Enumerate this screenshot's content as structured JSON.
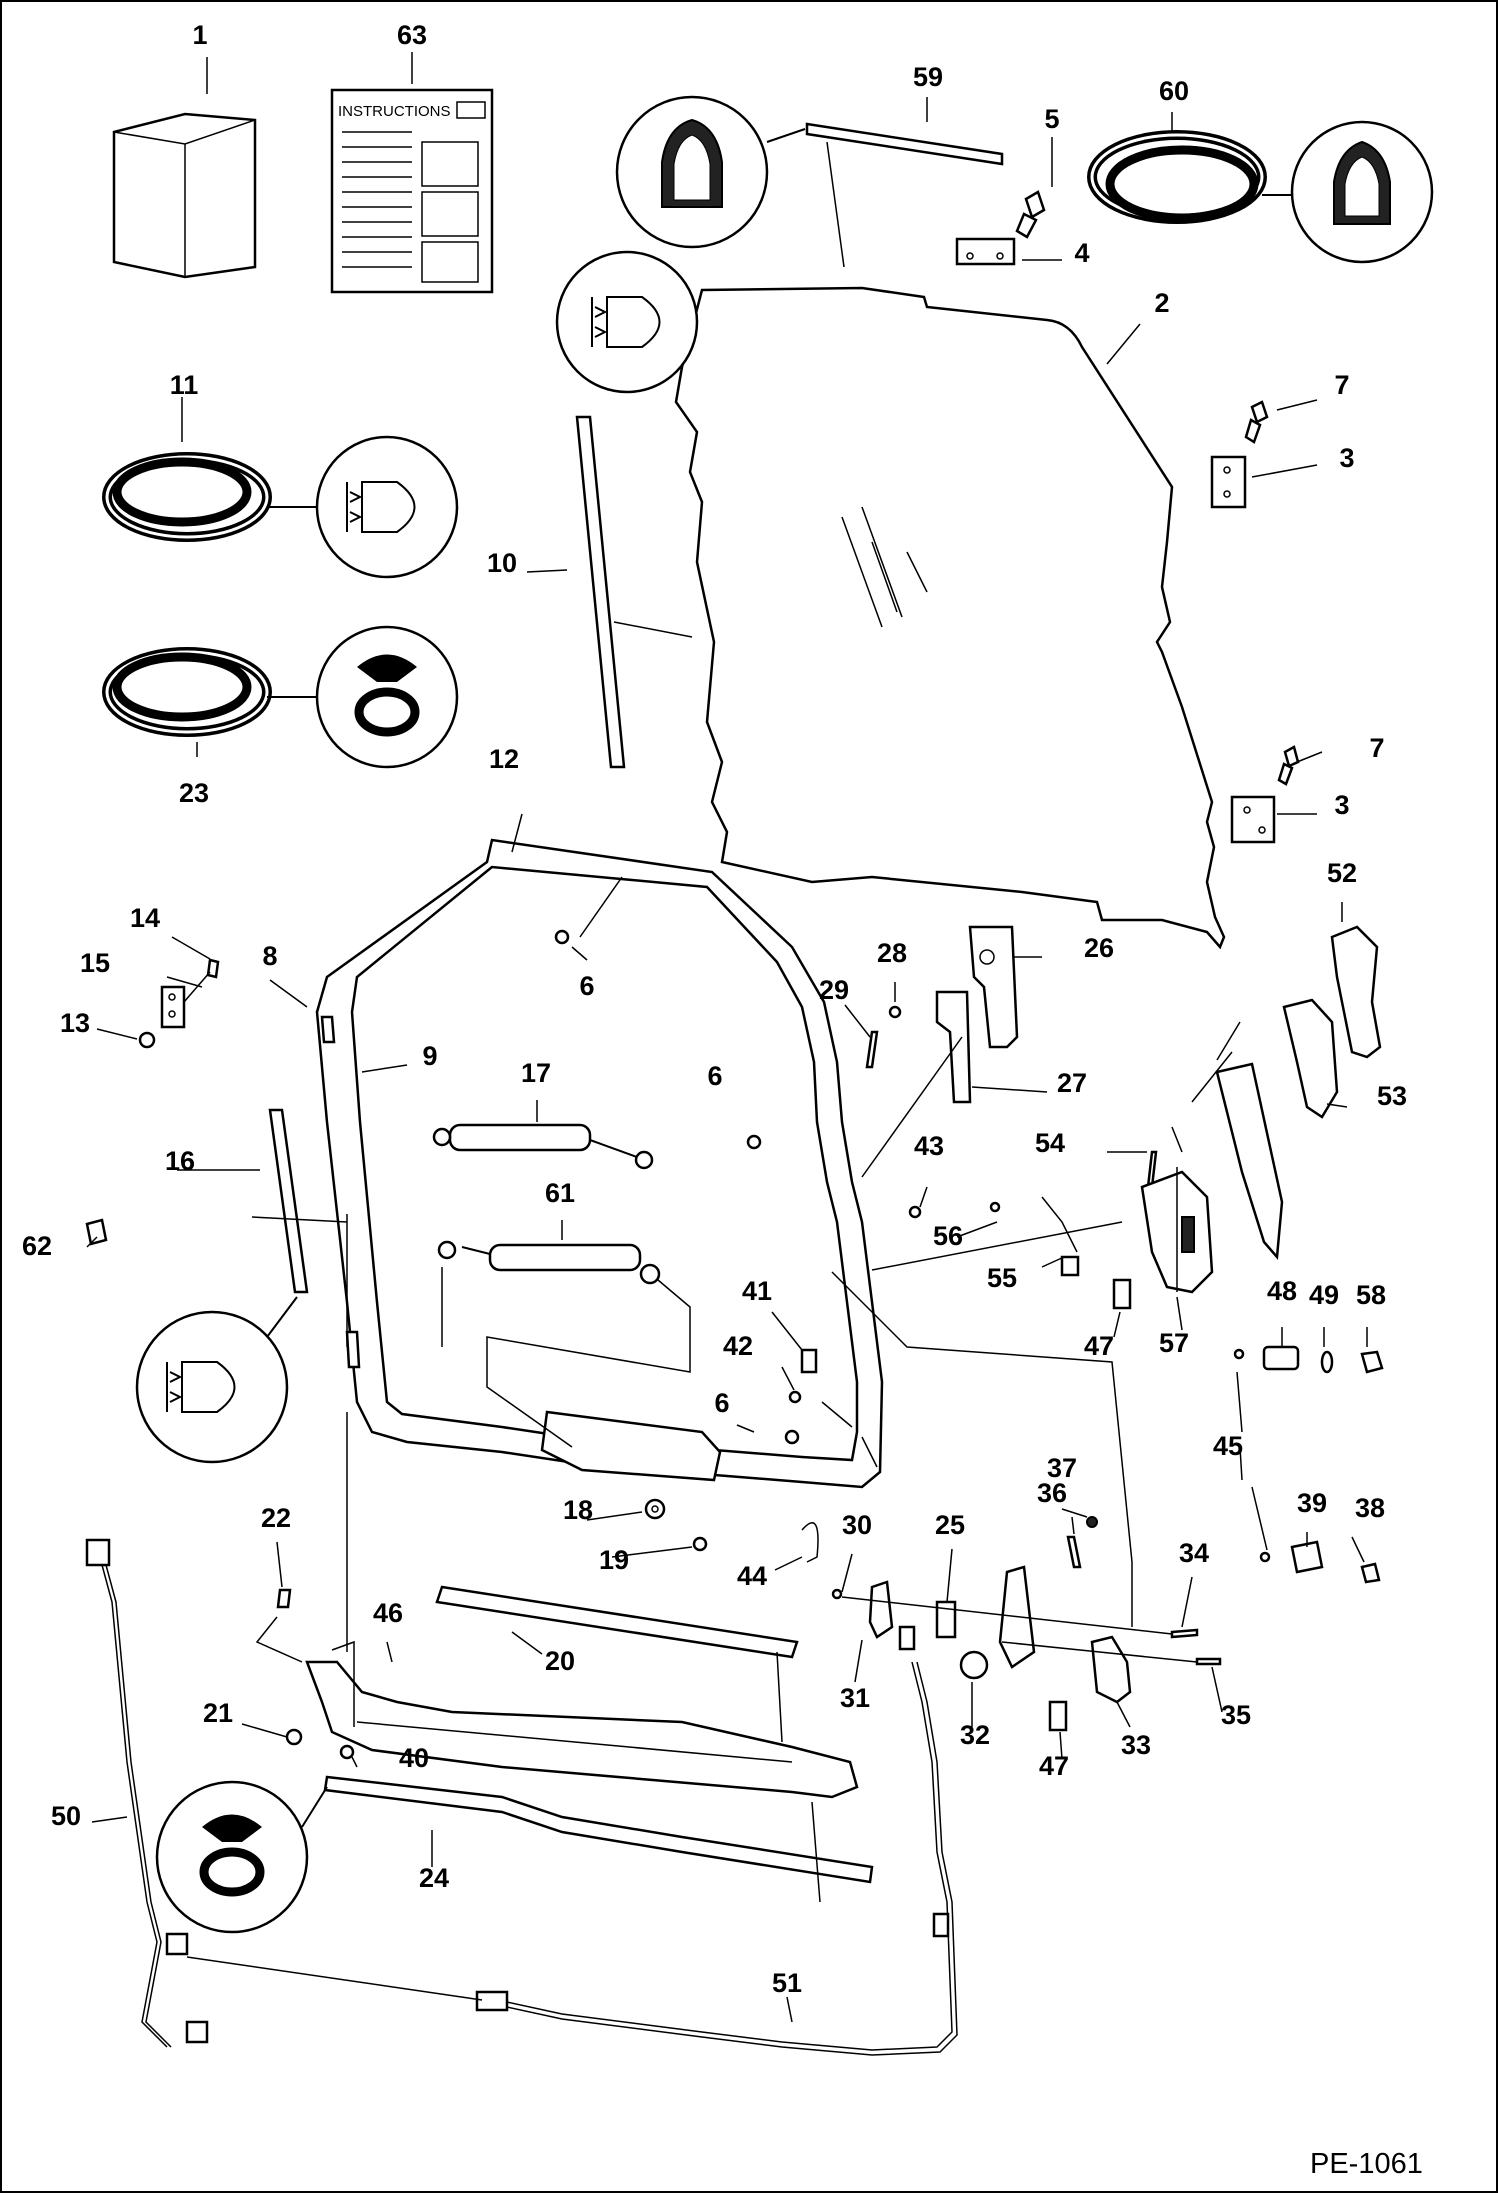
{
  "drawing_code": "PE-1061",
  "instructions_title": "INSTRUCTIONS",
  "callouts": [
    {
      "id": "c1",
      "label": "1"
    },
    {
      "id": "c63",
      "label": "63"
    },
    {
      "id": "c59",
      "label": "59"
    },
    {
      "id": "c5",
      "label": "5"
    },
    {
      "id": "c60",
      "label": "60"
    },
    {
      "id": "c4",
      "label": "4"
    },
    {
      "id": "c2",
      "label": "2"
    },
    {
      "id": "c7a",
      "label": "7"
    },
    {
      "id": "c3a",
      "label": "3"
    },
    {
      "id": "c11",
      "label": "11"
    },
    {
      "id": "c10",
      "label": "10"
    },
    {
      "id": "c23",
      "label": "23"
    },
    {
      "id": "c7b",
      "label": "7"
    },
    {
      "id": "c3b",
      "label": "3"
    },
    {
      "id": "c12",
      "label": "12"
    },
    {
      "id": "c52",
      "label": "52"
    },
    {
      "id": "c14",
      "label": "14"
    },
    {
      "id": "c15",
      "label": "15"
    },
    {
      "id": "c8",
      "label": "8"
    },
    {
      "id": "c6a",
      "label": "6"
    },
    {
      "id": "c28",
      "label": "28"
    },
    {
      "id": "c26",
      "label": "26"
    },
    {
      "id": "c29",
      "label": "29"
    },
    {
      "id": "c13",
      "label": "13"
    },
    {
      "id": "c9",
      "label": "9"
    },
    {
      "id": "c17",
      "label": "17"
    },
    {
      "id": "c6b",
      "label": "6"
    },
    {
      "id": "c27",
      "label": "27"
    },
    {
      "id": "c53",
      "label": "53"
    },
    {
      "id": "c16",
      "label": "16"
    },
    {
      "id": "c54",
      "label": "54"
    },
    {
      "id": "c43",
      "label": "43"
    },
    {
      "id": "c61",
      "label": "61"
    },
    {
      "id": "c62",
      "label": "62"
    },
    {
      "id": "c56",
      "label": "56"
    },
    {
      "id": "c55",
      "label": "55"
    },
    {
      "id": "c41",
      "label": "41"
    },
    {
      "id": "c48",
      "label": "48"
    },
    {
      "id": "c49",
      "label": "49"
    },
    {
      "id": "c58",
      "label": "58"
    },
    {
      "id": "c42",
      "label": "42"
    },
    {
      "id": "c47a",
      "label": "47"
    },
    {
      "id": "c57",
      "label": "57"
    },
    {
      "id": "c6c",
      "label": "6"
    },
    {
      "id": "c45",
      "label": "45"
    },
    {
      "id": "c37",
      "label": "37"
    },
    {
      "id": "c36",
      "label": "36"
    },
    {
      "id": "c18",
      "label": "18"
    },
    {
      "id": "c39",
      "label": "39"
    },
    {
      "id": "c38",
      "label": "38"
    },
    {
      "id": "c22",
      "label": "22"
    },
    {
      "id": "c30",
      "label": "30"
    },
    {
      "id": "c25",
      "label": "25"
    },
    {
      "id": "c19",
      "label": "19"
    },
    {
      "id": "c44",
      "label": "44"
    },
    {
      "id": "c34",
      "label": "34"
    },
    {
      "id": "c46",
      "label": "46"
    },
    {
      "id": "c20",
      "label": "20"
    },
    {
      "id": "c31",
      "label": "31"
    },
    {
      "id": "c21",
      "label": "21"
    },
    {
      "id": "c35",
      "label": "35"
    },
    {
      "id": "c40",
      "label": "40"
    },
    {
      "id": "c32",
      "label": "32"
    },
    {
      "id": "c33",
      "label": "33"
    },
    {
      "id": "c47b",
      "label": "47"
    },
    {
      "id": "c50",
      "label": "50"
    },
    {
      "id": "c24",
      "label": "24"
    },
    {
      "id": "c51",
      "label": "51"
    }
  ]
}
